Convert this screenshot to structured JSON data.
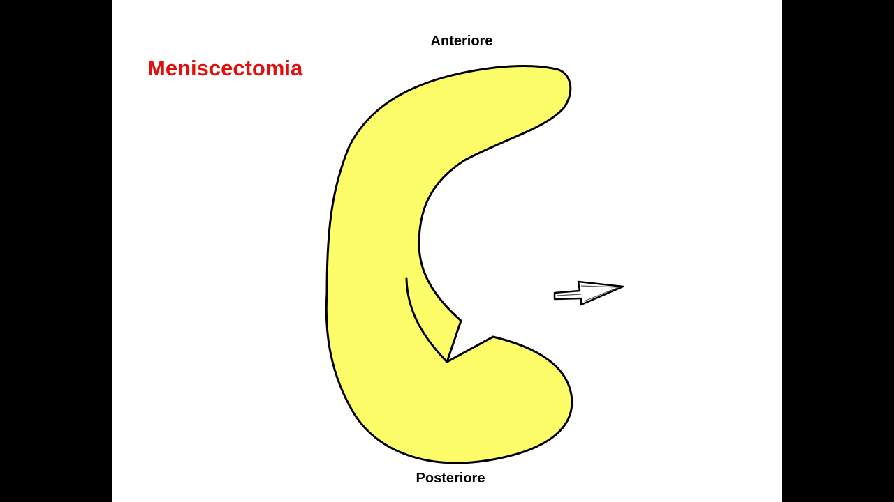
{
  "slide": {
    "title": "Meniscectomia",
    "label_top": "Anteriore",
    "label_bottom": "Posteriore"
  },
  "colors": {
    "title": "#e0100d",
    "meniscus_fill": "#fdfd6a",
    "outline": "#000000",
    "background": "#ffffff",
    "frame": "#000000"
  },
  "icons": {
    "arrow": "right-arrow-icon"
  }
}
